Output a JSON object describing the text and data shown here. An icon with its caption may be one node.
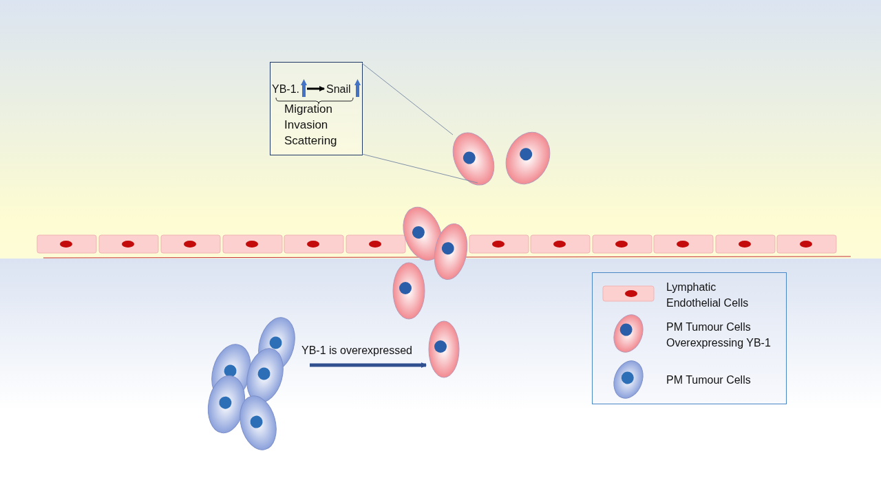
{
  "diagram": {
    "nodes": [
      {
        "text": [
          "Migration Invasion Scattering"
        ]
      },
      {
        "text": [
          "YB-1."
        ],
        "in": 0
      },
      {
        "text": [
          "Snail"
        ],
        "in": 0
      },
      {
        "text": [],
        "shape": "picture"
      },
      {
        "text": [],
        "shape": "picture"
      },
      {
        "text": [],
        "shape": "picture"
      }
    ],
    "edges": [
      {
        "from": 1,
        "to": 2,
        "arrow": "to",
        "style": "thick",
        "color": "#000000"
      },
      {
        "from": 0,
        "to": 3,
        "arrow": "none"
      },
      {
        "from": 0,
        "to": 3,
        "arrow": "none"
      },
      {
        "from": 4,
        "to": 5,
        "arrow": "to",
        "label": "YB-1 is overexpressed",
        "style": "thick",
        "color": "#2f4f8f"
      }
    ],
    "legend": [
      {
        "text": "Lymphatic Endothelial Cells"
      },
      {
        "text": "PM Tumour Cells Overexpressing YB-1"
      },
      {
        "text": "PM Tumour Cells"
      }
    ]
  }
}
